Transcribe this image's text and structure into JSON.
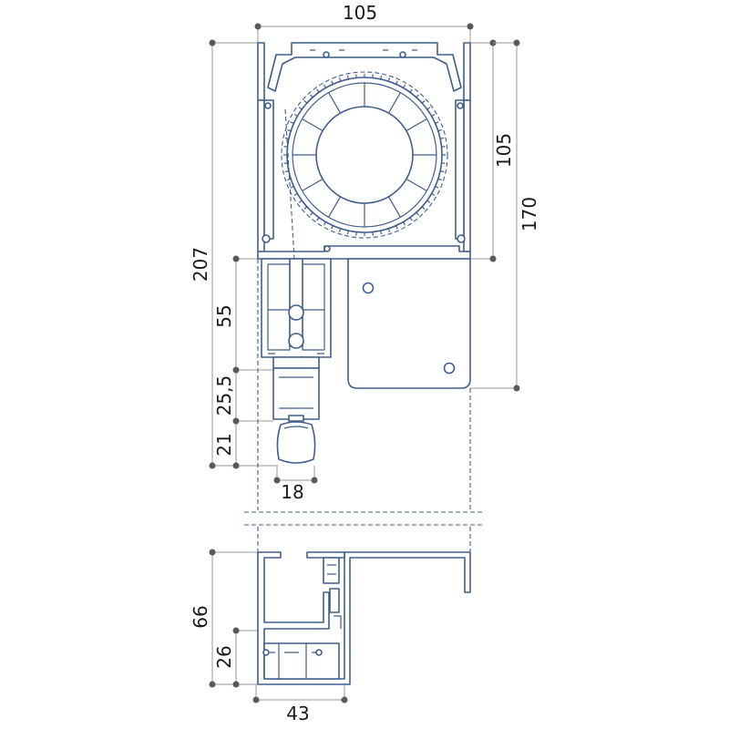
{
  "colors": {
    "profile": "#3f5e8c",
    "dimension_line": "#9a9a9a",
    "dimension_dot": "#595959",
    "text": "#1a1a1a"
  },
  "dimensions": {
    "box_width": "105",
    "box_height_inner": "105",
    "box_height_total": "170",
    "overall_height": "207",
    "guide_upper": "55",
    "guide_middle": "25,5",
    "guide_lower": "21",
    "bottom_bar_width": "18",
    "sill_height": "66",
    "sill_lower": "26",
    "sill_width": "43"
  }
}
